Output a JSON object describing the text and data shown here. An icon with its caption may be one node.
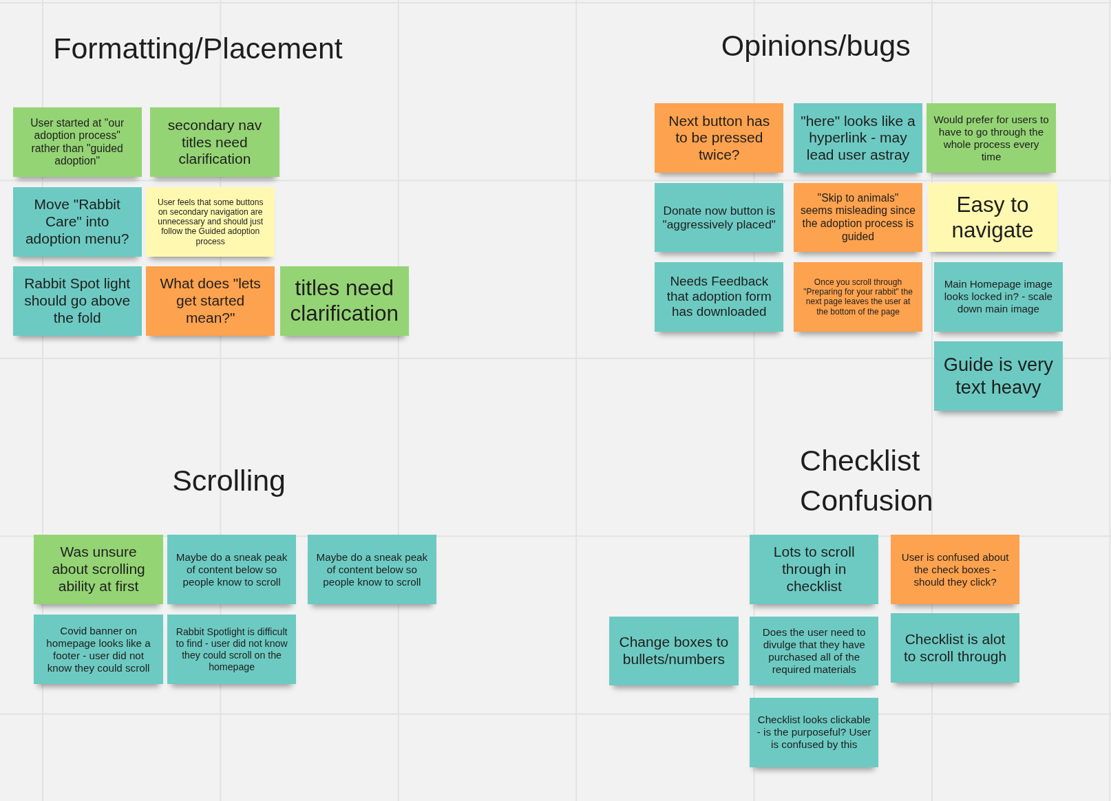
{
  "diagram": {
    "nodes": [
      {
        "text": [
          "User started at \"our adoption process\" rather than \"guided adoption\""
        ]
      },
      {
        "text": [
          "secondary nav titles need clarification"
        ]
      },
      {
        "text": [
          "Move \"Rabbit Care\" into adoption menu?"
        ]
      },
      {
        "text": [
          "User feels that some buttons on secondary navigation are unnecessary and should just follow the Guided adoption process"
        ]
      },
      {
        "text": [
          "Rabbit Spot light should go above the fold"
        ]
      },
      {
        "text": [
          "What does \"lets get started mean?\""
        ]
      },
      {
        "text": [
          "titles need clarification"
        ]
      },
      {
        "text": [
          "Next button has to be pressed twice?"
        ]
      },
      {
        "text": [
          "\"here\" looks like a hyperlink - may lead user astray"
        ]
      },
      {
        "text": [
          "Would prefer for users to have to go through the whole process every time"
        ]
      },
      {
        "text": [
          "Donate now button is \"aggressively placed\""
        ]
      },
      {
        "text": [
          "\"Skip to animals\" seems misleading since the adoption process is guided"
        ]
      },
      {
        "text": [
          "Easy to navigate"
        ]
      },
      {
        "text": [
          "Needs Feedback that adoption form has downloaded"
        ]
      },
      {
        "text": [
          "Once you scroll through \"Preparing for your rabbit\" the next page leaves the user at the bottom of the page"
        ]
      },
      {
        "text": [
          "Main Homepage image looks locked in? - scale down main image"
        ]
      },
      {
        "text": [
          "Guide is very text heavy"
        ]
      },
      {
        "text": [
          "Was unsure about scrolling ability at first"
        ]
      },
      {
        "text": [
          "Maybe do a sneak peak of content below so people know to scroll"
        ]
      },
      {
        "text": [
          "Maybe do a sneak peak of content below so people know to scroll"
        ]
      },
      {
        "text": [
          "Covid banner on homepage looks like a footer - user did not know they could scroll"
        ]
      },
      {
        "text": [
          "Rabbit Spotlight is difficult to find - user did not know they could scroll on the homepage"
        ]
      },
      {
        "text": [
          "Lots to scroll through in checklist"
        ]
      },
      {
        "text": [
          "User is confused about the check boxes - should they click?"
        ]
      },
      {
        "text": [
          "Change boxes to bullets/numbers"
        ]
      },
      {
        "text": [
          "Does the user need to divulge that they have purchased all of the required materials"
        ]
      },
      {
        "text": [
          "Checklist is alot to scroll through"
        ]
      },
      {
        "text": [
          "Checklist looks clickable - is the purposeful? User is confused by this"
        ]
      }
    ],
    "labels": [
      "Formatting/Placement",
      "Opinions/bugs",
      "Scrolling",
      "Checklist Confusion"
    ]
  }
}
